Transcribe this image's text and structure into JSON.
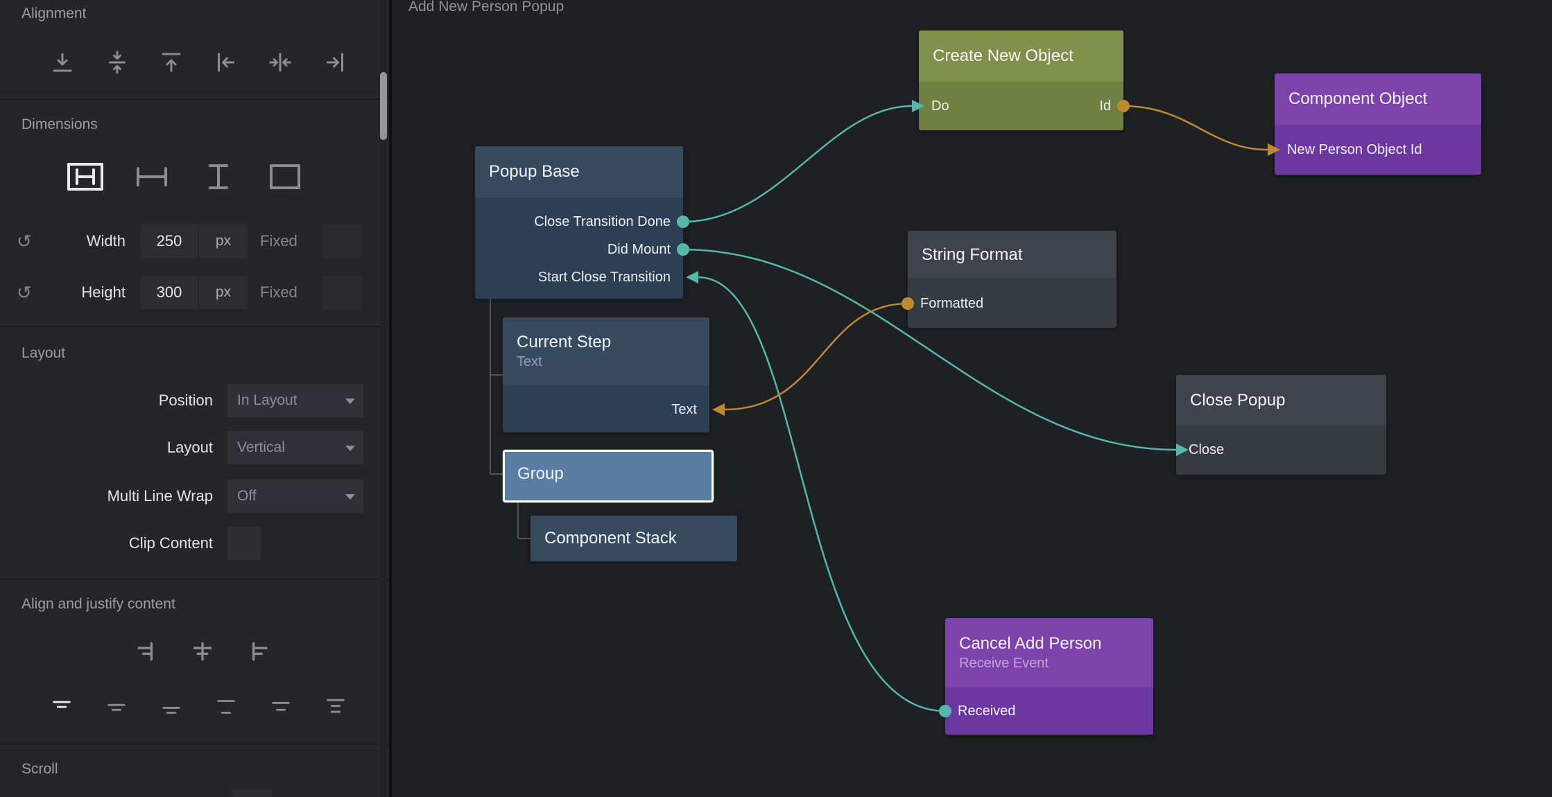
{
  "sidebar": {
    "alignment": {
      "title": "Alignment"
    },
    "dimensions": {
      "title": "Dimensions",
      "width_label": "Width",
      "width_value": "250",
      "width_unit": "px",
      "width_mode": "Fixed",
      "height_label": "Height",
      "height_value": "300",
      "height_unit": "px",
      "height_mode": "Fixed"
    },
    "layout": {
      "title": "Layout",
      "position_label": "Position",
      "position_value": "In Layout",
      "layout_label": "Layout",
      "layout_value": "Vertical",
      "wrap_label": "Multi Line Wrap",
      "wrap_value": "Off",
      "clip_label": "Clip Content"
    },
    "align_justify": {
      "title": "Align and justify content"
    },
    "scroll": {
      "title": "Scroll"
    }
  },
  "canvas": {
    "title": "Add New Person Popup",
    "nodes": {
      "popup_base": {
        "title": "Popup Base",
        "port_close_transition_done": "Close Transition Done",
        "port_did_mount": "Did Mount",
        "port_start_close_transition": "Start Close Transition"
      },
      "create_new_object": {
        "title": "Create New Object",
        "port_do": "Do",
        "port_id": "Id"
      },
      "component_object": {
        "title": "Component Object",
        "port_new_person_object_id": "New Person Object Id"
      },
      "string_format": {
        "title": "String Format",
        "port_formatted": "Formatted"
      },
      "current_step": {
        "title": "Current Step",
        "subtitle": "Text",
        "port_text": "Text"
      },
      "close_popup": {
        "title": "Close Popup",
        "port_close": "Close"
      },
      "group": {
        "title": "Group"
      },
      "component_stack": {
        "title": "Component Stack"
      },
      "cancel_add_person": {
        "title": "Cancel Add Person",
        "subtitle": "Receive Event",
        "port_received": "Received"
      }
    },
    "colors": {
      "signal": "#55b7ab",
      "data": "#bd8a33",
      "selection": "#ffffff"
    }
  }
}
